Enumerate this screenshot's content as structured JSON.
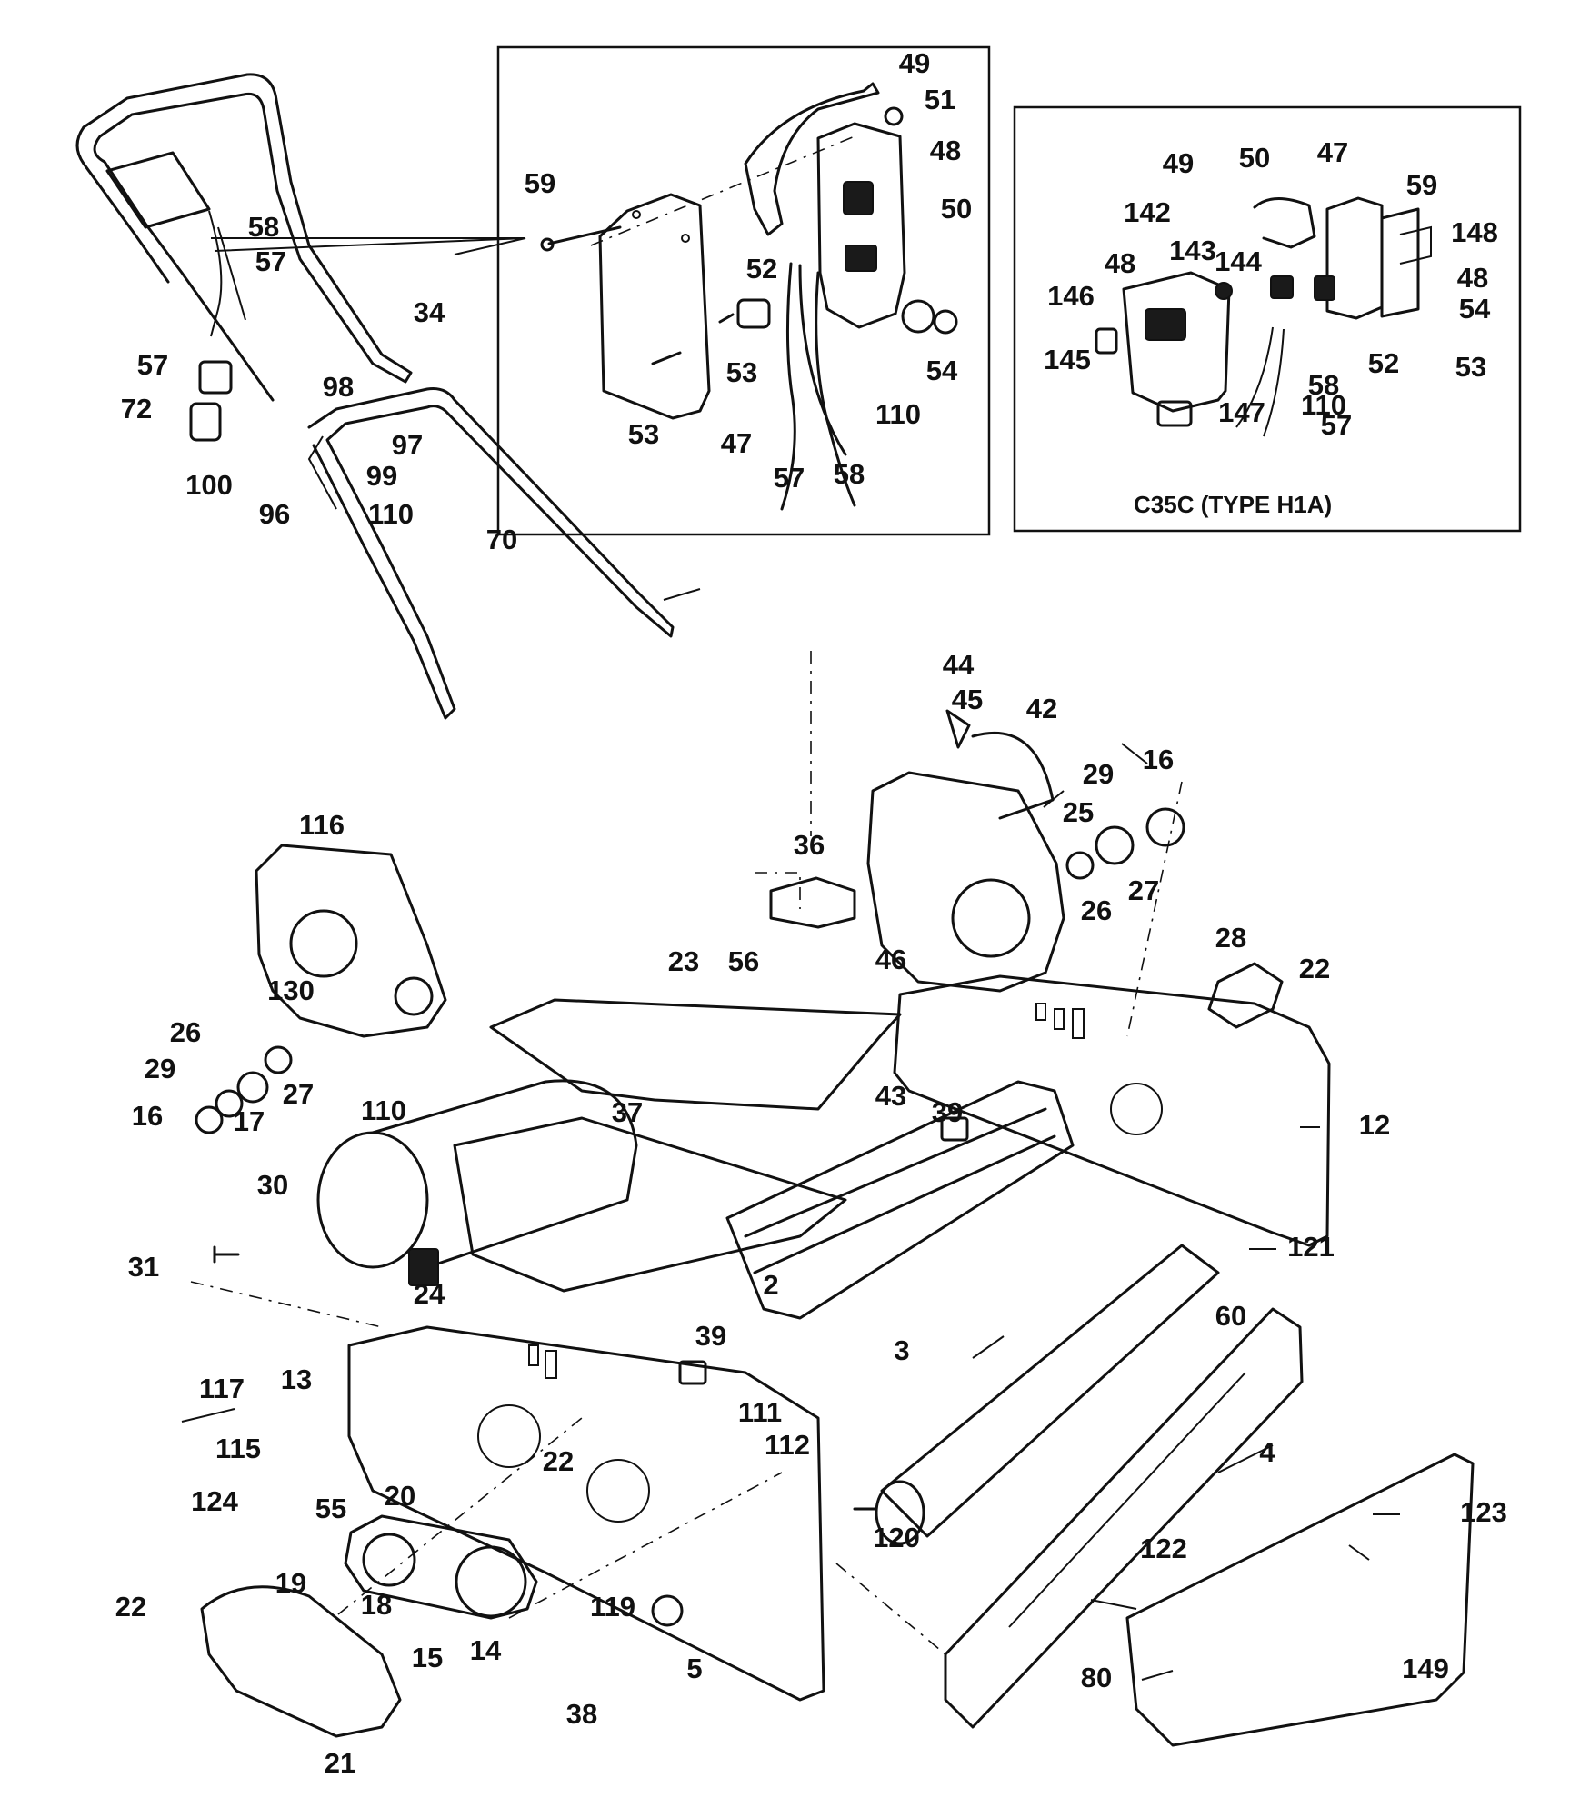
{
  "inset_caption": "C35C    (TYPE H1A)",
  "labels": {
    "l2": "2",
    "l3": "3",
    "l4": "4",
    "l5": "5",
    "l12": "12",
    "l13": "13",
    "l14": "14",
    "l15": "15",
    "l16a": "16",
    "l16b": "16",
    "l17": "17",
    "l18": "18",
    "l19": "19",
    "l20": "20",
    "l21": "21",
    "l22a": "22",
    "l22b": "22",
    "l22c": "22",
    "l23": "23",
    "l24": "24",
    "l25": "25",
    "l26a": "26",
    "l26b": "26",
    "l27a": "27",
    "l27b": "27",
    "l28": "28",
    "l29a": "29",
    "l29b": "29",
    "l30": "30",
    "l31": "31",
    "l34": "34",
    "l36": "36",
    "l37": "37",
    "l38": "38",
    "l39a": "39",
    "l39b": "39",
    "l42": "42",
    "l43": "43",
    "l44": "44",
    "l45": "45",
    "l46": "46",
    "l47a": "47",
    "l47b": "47",
    "l48a": "48",
    "l48b": "48",
    "l48c": "48",
    "l49a": "49",
    "l49b": "49",
    "l50a": "50",
    "l50b": "50",
    "l51": "51",
    "l52a": "52",
    "l52b": "52",
    "l53a": "53",
    "l53b": "53",
    "l53c": "53",
    "l54a": "54",
    "l54b": "54",
    "l55": "55",
    "l56": "56",
    "l57a": "57",
    "l57b": "57",
    "l57c": "57",
    "l57d": "57",
    "l58a": "58",
    "l58b": "58",
    "l58c": "58",
    "l59a": "59",
    "l59b": "59",
    "l60": "60",
    "l70": "70",
    "l72": "72",
    "l80": "80",
    "l96": "96",
    "l97": "97",
    "l98": "98",
    "l99": "99",
    "l100": "100",
    "l110a": "110",
    "l110b": "110",
    "l110c": "110",
    "l110d": "110",
    "l111": "111",
    "l112": "112",
    "l115": "115",
    "l116": "116",
    "l117": "117",
    "l119": "119",
    "l120": "120",
    "l121": "121",
    "l122": "122",
    "l123": "123",
    "l124": "124",
    "l130": "130",
    "l142": "142",
    "l143": "143",
    "l144": "144",
    "l145": "145",
    "l146": "146",
    "l147": "147",
    "l148": "148",
    "l149": "149"
  }
}
